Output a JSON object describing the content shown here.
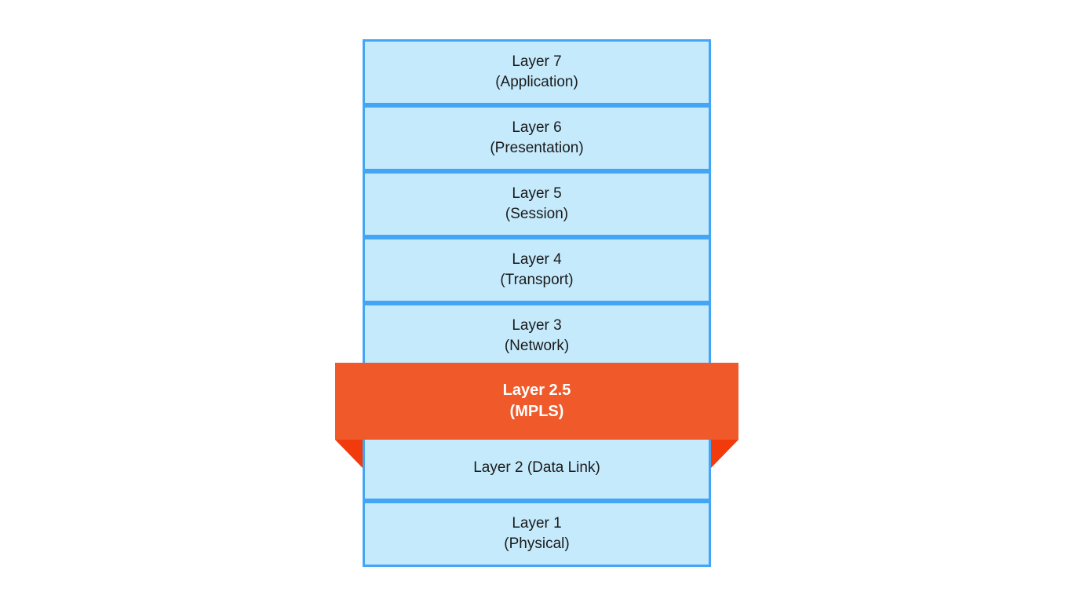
{
  "colors": {
    "page_bg": "#ffffff",
    "box_fill": "#c5eafc",
    "box_border": "#42a5f5",
    "box_text": "#1a1a1a",
    "ribbon_fill": "#f0592a",
    "ribbon_fold": "#f23b0c",
    "ribbon_text": "#ffffff"
  },
  "stack": {
    "layers": [
      {
        "lines": [
          "Layer 7",
          "(Application)"
        ]
      },
      {
        "lines": [
          "Layer 6",
          "(Presentation)"
        ]
      },
      {
        "lines": [
          "Layer 5",
          "(Session)"
        ]
      },
      {
        "lines": [
          "Layer 4",
          "(Transport)"
        ]
      },
      {
        "lines": [
          "Layer 3",
          "(Network)"
        ]
      },
      {
        "lines": [
          "Layer 2 (Data Link)"
        ]
      },
      {
        "lines": [
          "Layer 1",
          "(Physical)"
        ]
      }
    ]
  },
  "ribbon": {
    "lines": [
      "Layer 2.5",
      "(MPLS)"
    ]
  }
}
